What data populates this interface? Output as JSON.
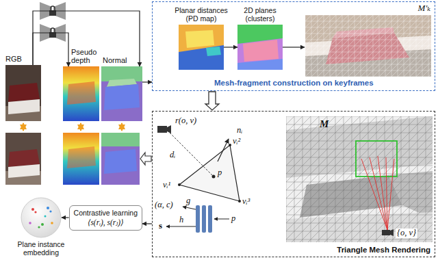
{
  "diagram": {
    "nodes": [
      {
        "text": [
          "RGB"
        ]
      },
      {
        "text": [
          "Pseudo depth"
        ]
      },
      {
        "text": [
          "Normal"
        ]
      },
      {
        "text": [
          "Mesh-fragment construction on keyframes"
        ]
      },
      {
        "text": [
          "Planar distances (PD map)"
        ],
        "in": 3
      },
      {
        "text": [
          "2D planes (clusters)"
        ],
        "in": 3
      },
      {
        "text": [
          "M′ₖ"
        ],
        "in": 3
      },
      {
        "text": [
          "Triangle Mesh Rendering"
        ]
      },
      {
        "text": [
          "M"
        ],
        "in": 7
      },
      {
        "text": [
          "Contrastive learning",
          "⟨s(rᵢ), s(rⱼ)⟩"
        ]
      },
      {
        "text": [
          "Plane instance embedding"
        ]
      }
    ],
    "edges": [
      {
        "from": 0,
        "to": 1,
        "arrow": "to"
      },
      {
        "from": 0,
        "to": 2,
        "arrow": "to"
      },
      {
        "from": 2,
        "to": 3,
        "arrow": "to"
      },
      {
        "from": 4,
        "to": 5,
        "arrow": "to"
      },
      {
        "from": 5,
        "to": 6,
        "arrow": "to"
      },
      {
        "from": 3,
        "to": 7,
        "arrow": "to"
      },
      {
        "from": 7,
        "to": 9,
        "arrow": "to"
      },
      {
        "from": 9,
        "to": 10,
        "arrow": "to"
      }
    ],
    "labels": [
      "r(o, v)",
      "dᵢ",
      "nᵢ",
      "vᵢ¹",
      "vᵢ²",
      "vᵢ³",
      "p",
      "(α, c)",
      "g",
      "h",
      "p",
      "s",
      "{o, v}"
    ]
  }
}
